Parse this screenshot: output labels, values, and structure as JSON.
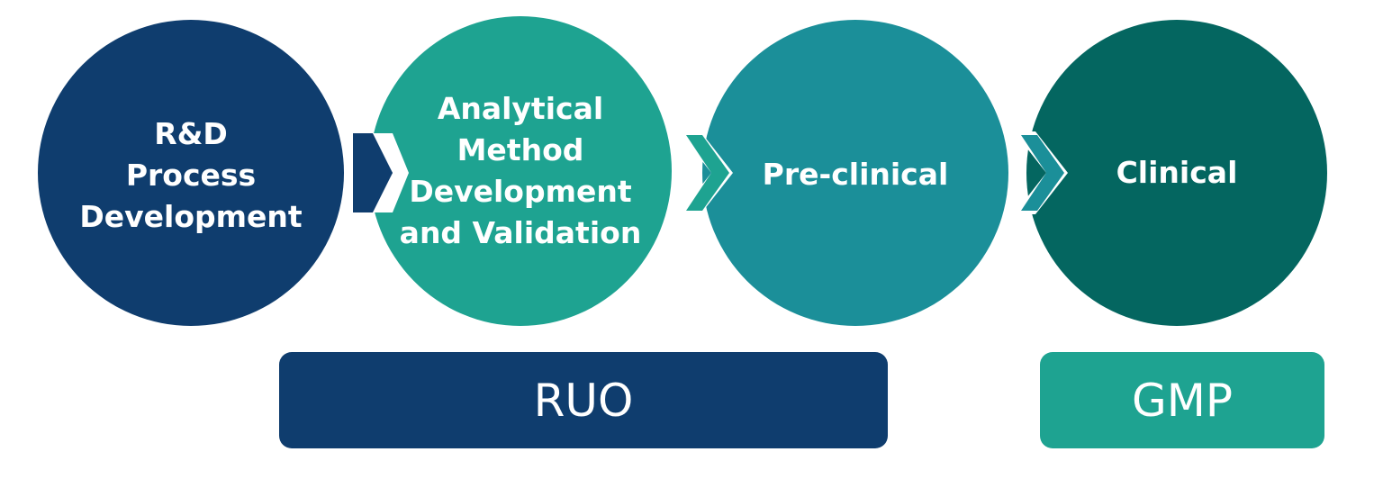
{
  "stages": [
    {
      "label": "R&D\nProcess\nDevelopment",
      "color": "#0f3d6e"
    },
    {
      "label": "Analytical\nMethod\nDevelopment\nand Validation",
      "color": "#1ea391"
    },
    {
      "label": "Pre-clinical",
      "color": "#1b8f99"
    },
    {
      "label": "Clinical",
      "color": "#046660"
    }
  ],
  "bars": [
    {
      "label": "RUO",
      "color": "#0f3d6e"
    },
    {
      "label": "GMP",
      "color": "#1ea391"
    }
  ],
  "colors": {
    "background": "#ffffff",
    "text": "#ffffff"
  }
}
